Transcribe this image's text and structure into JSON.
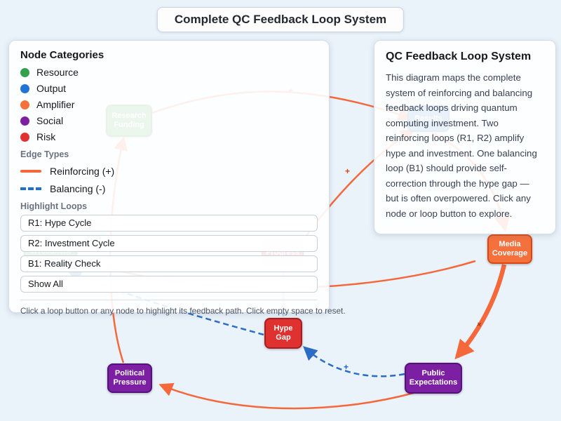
{
  "title": "Complete QC Feedback Loop System",
  "legend_panel": {
    "heading": "Node Categories",
    "categories": [
      {
        "label": "Resource",
        "color": "#33a04e"
      },
      {
        "label": "Output",
        "color": "#2074d4"
      },
      {
        "label": "Amplifier",
        "color": "#f4703c"
      },
      {
        "label": "Social",
        "color": "#7d1fa2"
      },
      {
        "label": "Risk",
        "color": "#e03131"
      }
    ],
    "edge_types_heading": "Edge Types",
    "edge_types": [
      {
        "label": "Reinforcing (+)",
        "style": "solid",
        "color": "#f4683c"
      },
      {
        "label": "Balancing (-)",
        "style": "dashed",
        "color": "#1f6fd1"
      }
    ],
    "loops_heading": "Highlight Loops",
    "loop_buttons": [
      {
        "label": "R1: Hype Cycle"
      },
      {
        "label": "R2: Investment Cycle"
      },
      {
        "label": "B1: Reality Check"
      },
      {
        "label": "Show All"
      }
    ],
    "footer": "Click a loop button or any node to highlight its feedback path. Click empty space to reset."
  },
  "info_panel": {
    "heading": "QC Feedback Loop System",
    "body": "This diagram maps the complete system of reinforcing and balancing feedback loops driving quantum computing investment. Two reinforcing loops (R1, R2) amplify hype and investment. One balancing loop (B1) should provide self-correction through the hype gap — but is often overpowered. Click any node or loop button to explore."
  },
  "diagram": {
    "nodes": [
      {
        "id": "research-funding",
        "label": "Research Funding",
        "category": "resource"
      },
      {
        "id": "investment",
        "label": "Investment",
        "category": "resource"
      },
      {
        "id": "results",
        "label": "Results",
        "category": "output"
      },
      {
        "id": "progress",
        "label": "Progress",
        "category": "risk"
      },
      {
        "id": "media-coverage",
        "label": "Media Coverage",
        "category": "amplifier"
      },
      {
        "id": "hype-gap",
        "label": "Hype Gap",
        "category": "risk"
      },
      {
        "id": "political-pressure",
        "label": "Political Pressure",
        "category": "social"
      },
      {
        "id": "public-expectations",
        "label": "Public Expectations",
        "category": "social"
      }
    ],
    "edges": [
      {
        "from": "research-funding",
        "to": "results",
        "type": "reinforcing",
        "label": "+"
      },
      {
        "from": "progress",
        "to": "results",
        "type": "reinforcing",
        "label": "+"
      },
      {
        "from": "results",
        "to": "media-coverage",
        "type": "reinforcing",
        "label": ""
      },
      {
        "from": "investment",
        "to": "media-coverage",
        "type": "reinforcing",
        "label": ""
      },
      {
        "from": "media-coverage",
        "to": "public-expectations",
        "type": "reinforcing",
        "label": "+"
      },
      {
        "from": "public-expectations",
        "to": "political-pressure",
        "type": "reinforcing",
        "label": ""
      },
      {
        "from": "public-expectations",
        "to": "hype-gap",
        "type": "balancing",
        "label": "+"
      },
      {
        "from": "hype-gap",
        "to": "investment",
        "type": "balancing",
        "label": ""
      },
      {
        "from": "political-pressure",
        "to": "research-funding",
        "type": "reinforcing",
        "label": ""
      },
      {
        "from": "progress",
        "to": "hype-gap",
        "type": "balancing",
        "label": ""
      }
    ]
  },
  "colors": {
    "background": "#eaf2fa",
    "reinforcing_edge": "#f4683c",
    "balancing_edge": "#1f6fd1",
    "panel_border": "#d6dde6"
  }
}
